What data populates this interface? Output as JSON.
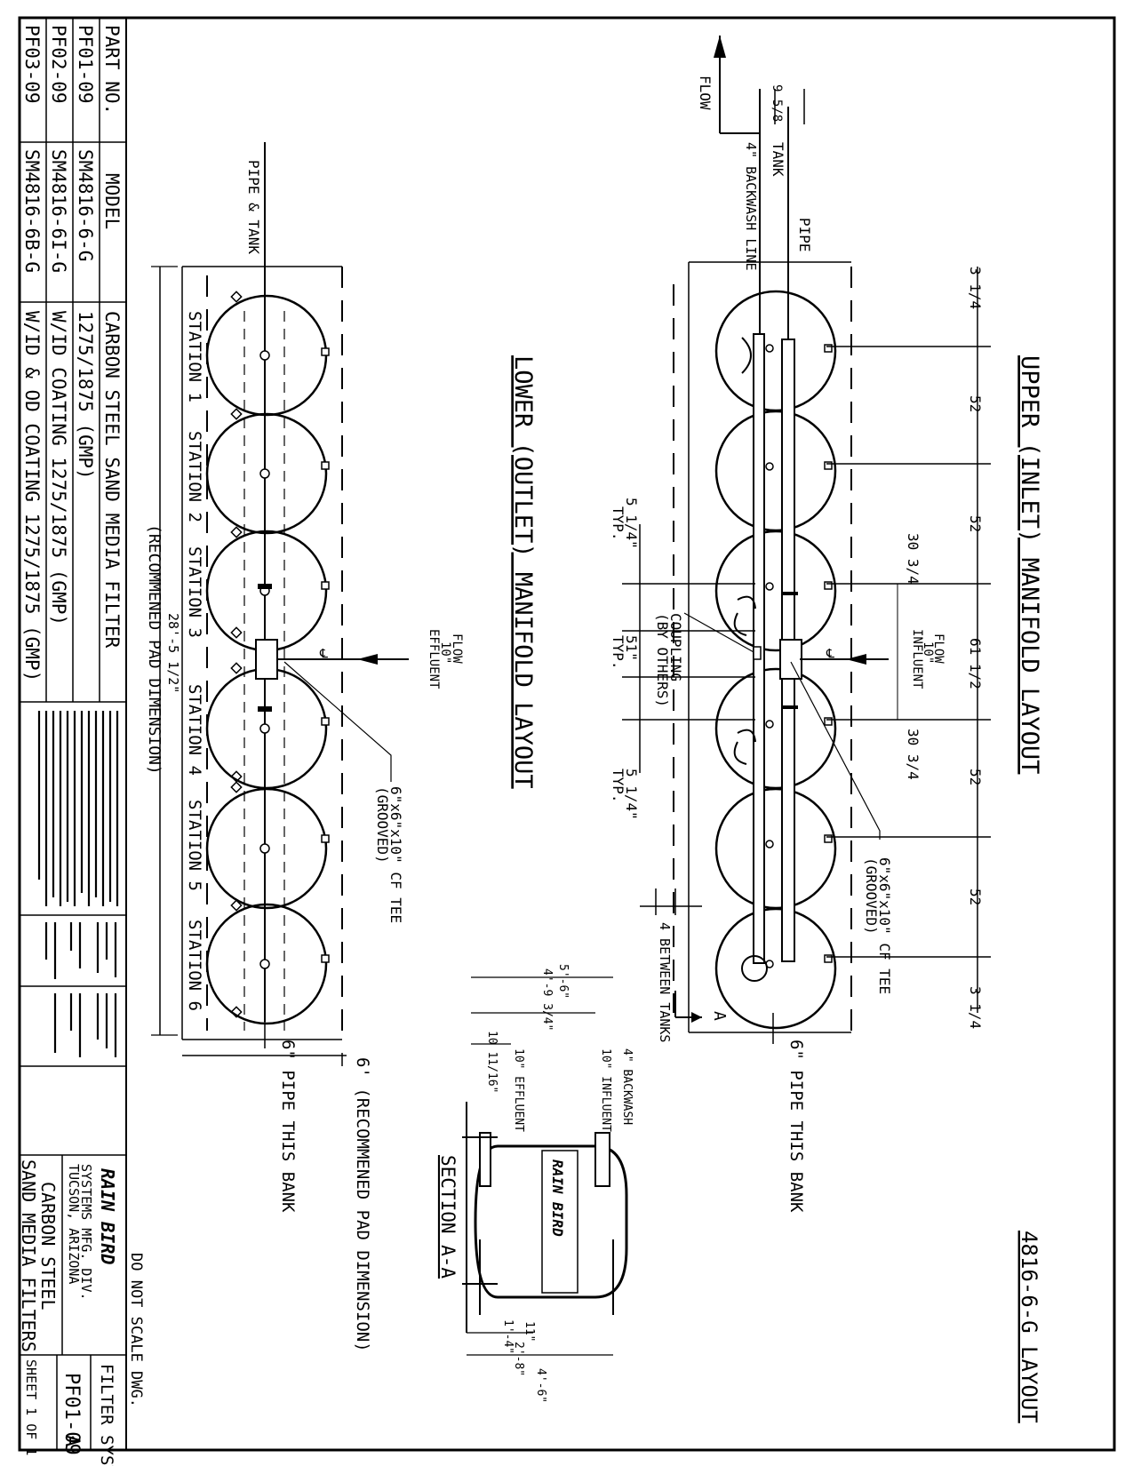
{
  "drawing": {
    "layout_title": "4816-6-G LAYOUT",
    "do_not_scale": "DO NOT SCALE DWG."
  },
  "upper": {
    "title": "UPPER (INLET) MANIFOLD LAYOUT",
    "flow_label": "FLOW",
    "tank_dim": "9 5/8",
    "tank_label": "TANK",
    "backwash_line": "4\" BACKWASH LINE",
    "pipe_cl": "PIPE",
    "influent_flow": [
      "FLOW",
      "10\"",
      "INFLUENT"
    ],
    "dims_top": [
      "3 1/4",
      "52",
      "52",
      "61 1/2",
      "52",
      "52",
      "3 1/4"
    ],
    "dims_half": [
      "30 3/4",
      "30 3/4"
    ],
    "dims_left": [
      "5 1/4\"",
      "TYP.",
      "51\"",
      "TYP.",
      "5 1/4\"",
      "TYP."
    ],
    "coupling": [
      "COUPLING",
      "(BY OTHERS)"
    ],
    "tee": [
      "6\"x6\"x10\" CF TEE",
      "(GROOVED)"
    ],
    "between_tanks": "4 BETWEEN TANKS",
    "section_marker": "A",
    "pipe_this_bank": "6\" PIPE THIS BANK",
    "pad_dim": "6' (RECOMMENED PAD DIMENSION)"
  },
  "lower": {
    "title": "LOWER (OUTLET) MANIFOLD LAYOUT",
    "pipe_tank_cl": "PIPE & TANK",
    "stations": [
      "STATION 1",
      "STATION 2",
      "STATION 3",
      "STATION 4",
      "STATION 5",
      "STATION 6"
    ],
    "effluent_flow": [
      "FLOW",
      "10\"",
      "EFFLUENT"
    ],
    "tee": [
      "6\"x6\"x10\" CF TEE",
      "(GROOVED)"
    ],
    "overall_dim": "28'-5 1/2\"",
    "pad_dim": "(RECOMMENED PAD DIMENSION)",
    "pipe_this_bank": "6\" PIPE THIS BANK"
  },
  "section": {
    "title": "SECTION A-A",
    "labels": [
      "4\" BACKWASH",
      "10\" INFLUENT",
      "10\" EFFLUENT"
    ],
    "dims": [
      "5'-6\"",
      "4'-9 3/4\"",
      "10 11/16\"",
      "11\"",
      "1'-4\"",
      "2'-8\"",
      "4'-6\""
    ],
    "brand": "RAIN BIRD"
  },
  "parts_table": {
    "headers": [
      "PART NO.",
      "MODEL",
      "CARBON STEEL SAND MEDIA FILTER"
    ],
    "rows": [
      [
        "PF01-09",
        "SM4816-6-G",
        "1275/1875 (GMP)"
      ],
      [
        "PF02-09",
        "SM4816-6I-G",
        "W/ID COATING 1275/1875 (GMP)"
      ],
      [
        "PF03-09",
        "SM4816-6B-G",
        "W/ID & OD COATING 1275/1875 (GMP)"
      ]
    ]
  },
  "title_block": {
    "company": "RAIN BIRD",
    "division": [
      "SYSTEMS MFG. DIV.",
      "TUCSON, ARIZONA"
    ],
    "product_line": "FILTER SYSTEMS",
    "drawing_title": [
      "CARBON STEEL",
      "SAND MEDIA FILTERS"
    ],
    "drawing_number": "PF01-09",
    "revision": "A",
    "sheet": "SHEET 1 OF 1"
  }
}
